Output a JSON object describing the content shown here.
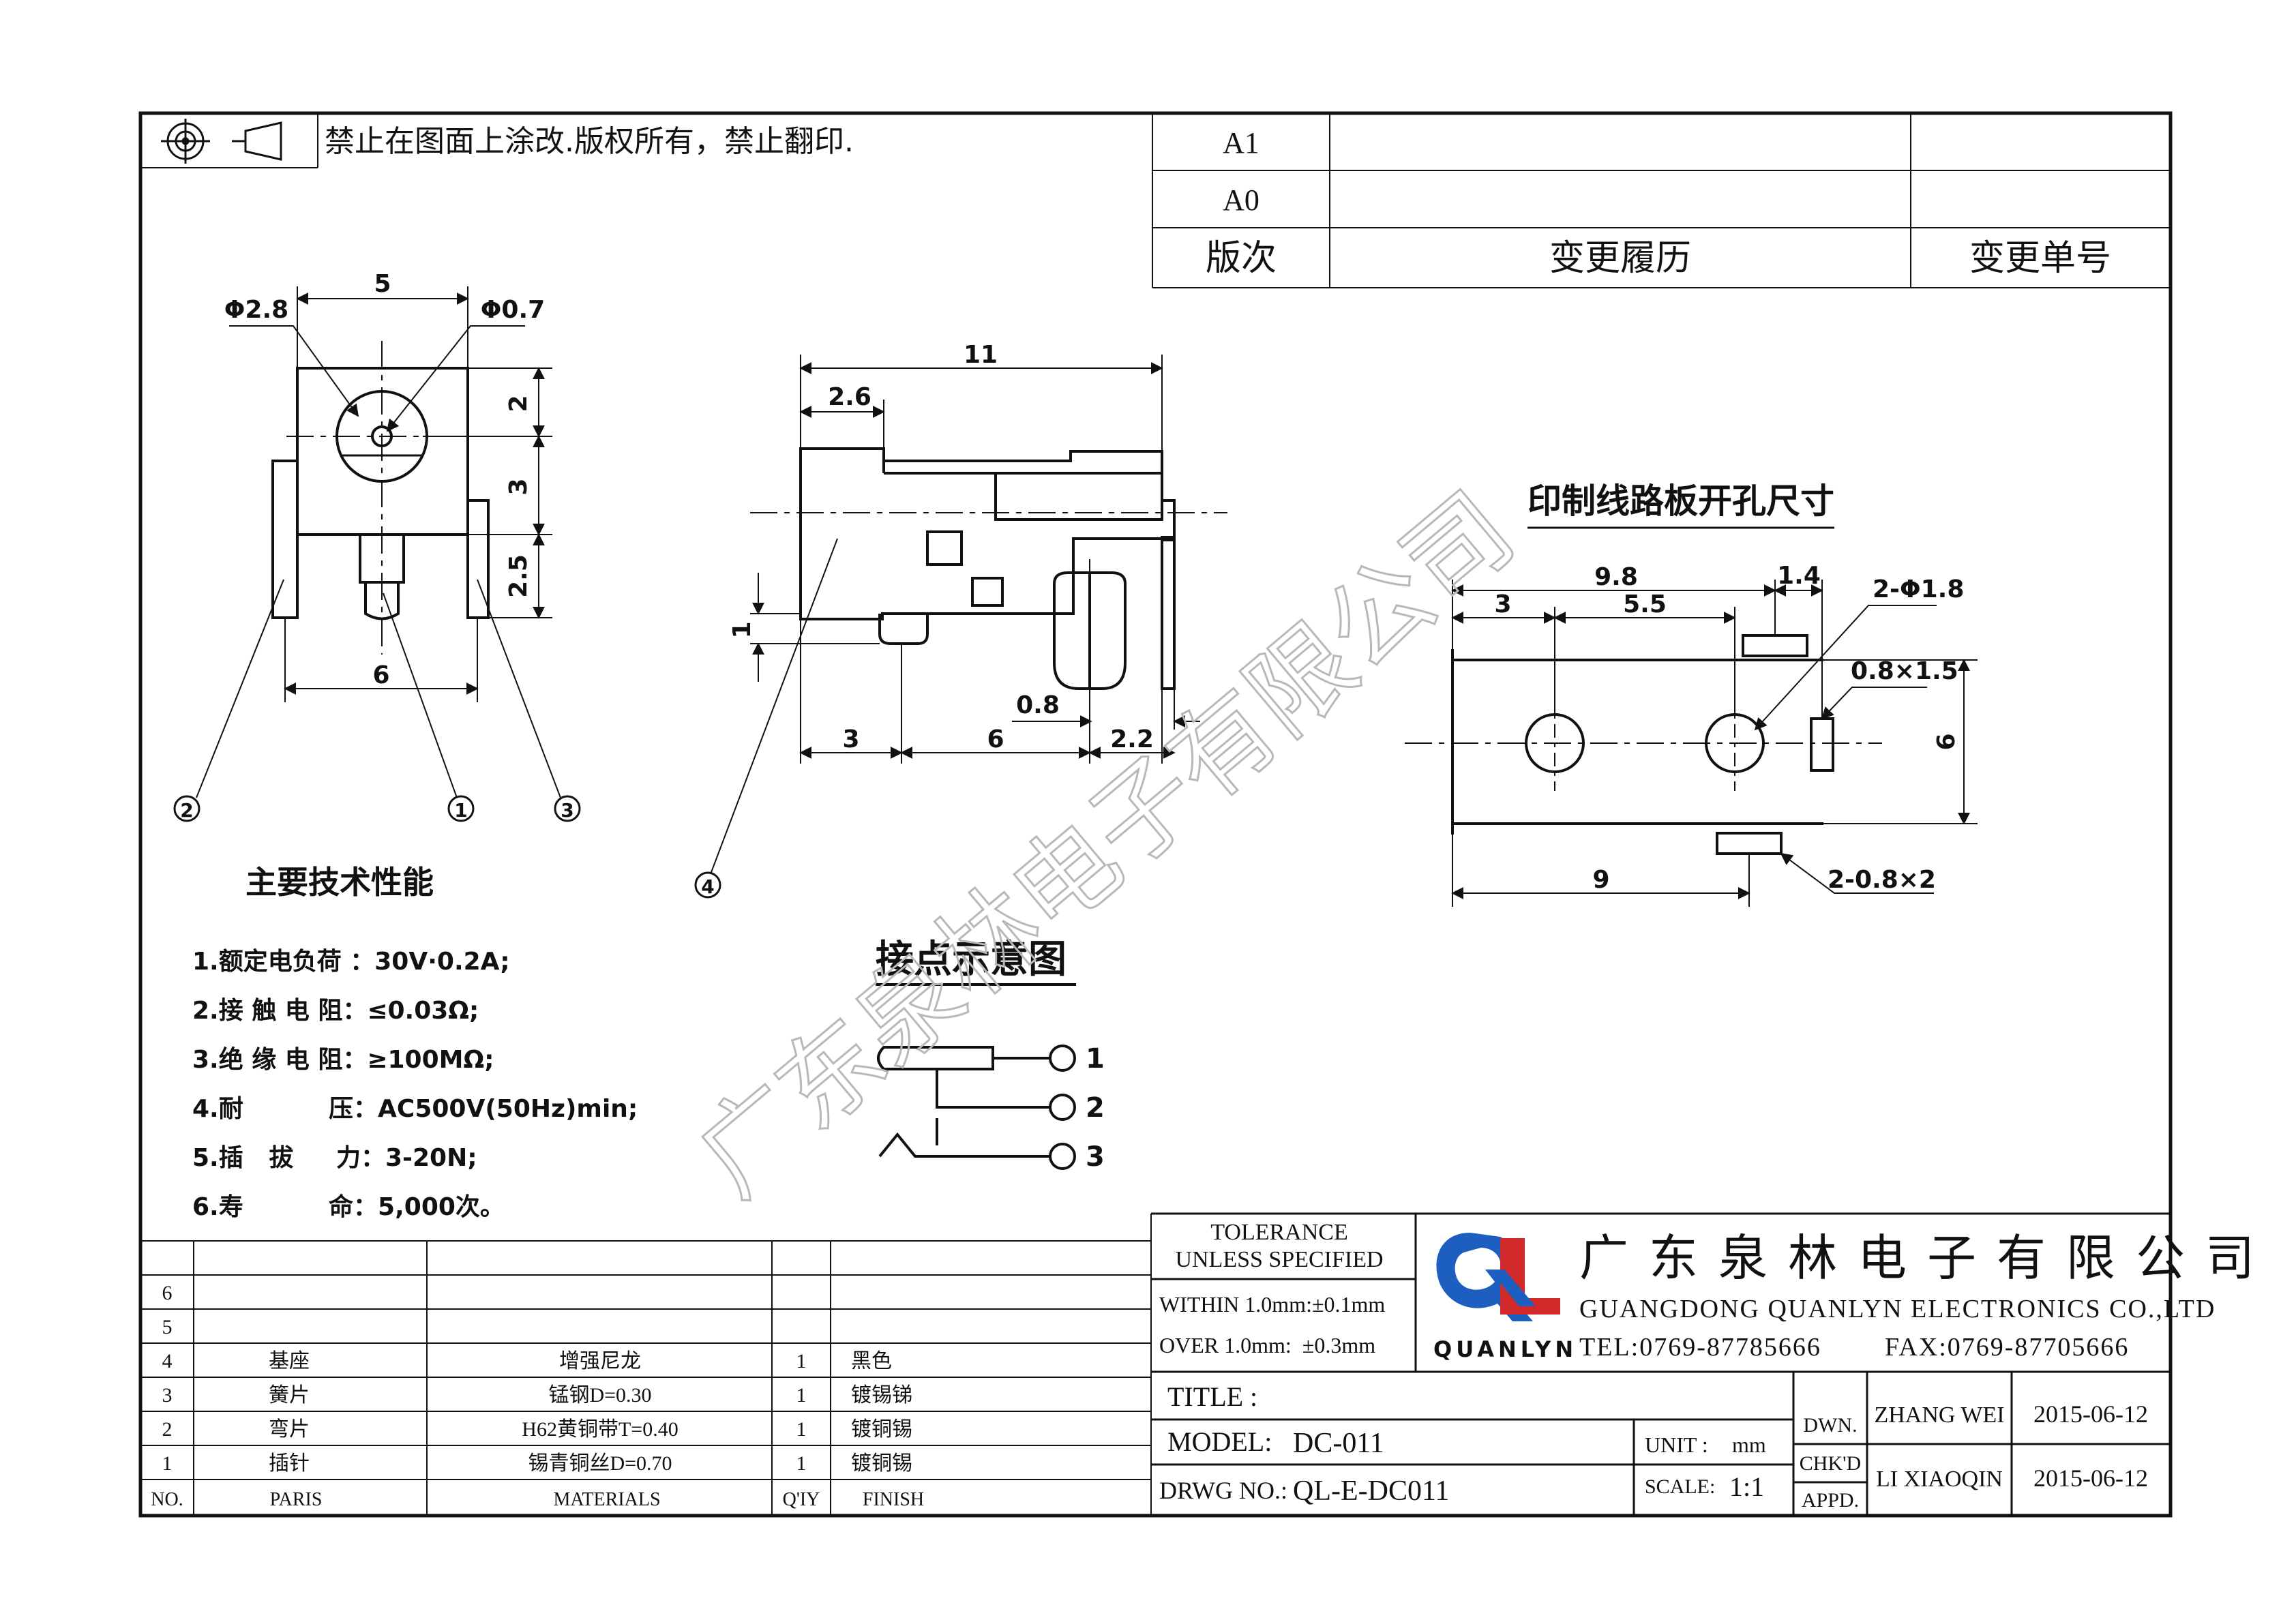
{
  "header": {
    "notice": "禁止在图面上涂改.版权所有，禁止翻印.",
    "rev_rows": [
      "A1",
      "A0"
    ],
    "rev_label": "版次",
    "change_history_label": "变更履历",
    "change_no_label": "变更单号"
  },
  "front_view": {
    "dim_top": "5",
    "dim_hole_large": "Φ2.8",
    "dim_hole_small": "Φ0.7",
    "dim_right_1": "2",
    "dim_right_2": "3",
    "dim_right_3": "2.5",
    "dim_bottom": "6",
    "callout_1": "1",
    "callout_2": "2",
    "callout_3": "3"
  },
  "side_view": {
    "dim_total": "11",
    "dim_step": "2.6",
    "dim_left_vertical": "1",
    "dim_pin_width": "0.8",
    "dim_bottom_1": "3",
    "dim_bottom_2": "6",
    "dim_bottom_3": "2.2",
    "callout_4": "4"
  },
  "pcb_layout": {
    "title": "印制线路板开孔尺寸",
    "dim_9_8": "9.8",
    "dim_3": "3",
    "dim_5_5": "5.5",
    "dim_1_4": "1.4",
    "dim_holes": "2-Φ1.8",
    "dim_slot": "0.8×1.5",
    "dim_height": "6",
    "dim_9": "9",
    "dim_slots_bottom": "2-0.8×2"
  },
  "performance": {
    "title": "主要技术性能",
    "items": [
      "1.额定电负荷 ：30V·0.2A;",
      "2.接 触 电 阻：≤0.03Ω;",
      "3.绝 缘 电 阻：≥100MΩ;",
      "4.耐          压：AC500V(50Hz)min;",
      "5.插   拔     力：3-20N;",
      "6.寿          命：5,000次。"
    ]
  },
  "contact_diagram": {
    "title": "接点示意图",
    "pins": [
      "1",
      "2",
      "3"
    ]
  },
  "watermark": "广东泉林电子有限公司",
  "bom": {
    "headers": [
      "NO.",
      "PARIS",
      "MATERIALS",
      "Q'IY",
      "FINISH"
    ],
    "rows": [
      {
        "no": "6",
        "part": "",
        "material": "",
        "qty": "",
        "finish": ""
      },
      {
        "no": "5",
        "part": "",
        "material": "",
        "qty": "",
        "finish": ""
      },
      {
        "no": "4",
        "part": "基座",
        "material": "增强尼龙",
        "qty": "1",
        "finish": "黑色"
      },
      {
        "no": "3",
        "part": "簧片",
        "material": "锰钢D=0.30",
        "qty": "1",
        "finish": "镀锡锑"
      },
      {
        "no": "2",
        "part": "弯片",
        "material": "H62黄铜带T=0.40",
        "qty": "1",
        "finish": "镀铜锡"
      },
      {
        "no": "1",
        "part": "插针",
        "material": "锡青铜丝D=0.70",
        "qty": "1",
        "finish": "镀铜锡"
      }
    ]
  },
  "title_block": {
    "tolerance_1": "TOLERANCE",
    "tolerance_2": "UNLESS SPECIFIED",
    "within": "WITHIN 1.0mm:±0.1mm",
    "over": "OVER 1.0mm:  ±0.3mm",
    "logo_text": "QUANLYN",
    "company_cn": "广东泉林电子有限公司",
    "company_en": "GUANGDONG QUANLYN ELECTRONICS CO.,LTD",
    "tel": "TEL:0769-87785666",
    "fax": "FAX:0769-87705666",
    "title_label": "TITLE :",
    "model_label": "MODEL:",
    "model_value": "DC-011",
    "drwg_label": "DRWG NO.:",
    "drwg_value": "QL-E-DC011",
    "unit_label": "UNIT :",
    "unit_value": "mm",
    "scale_label": "SCALE:",
    "scale_value": "1:1",
    "dwn_label": "DWN.",
    "chkd_label": "CHK'D",
    "appd_label": "APPD.",
    "drawn_by": "ZHANG WEI",
    "drawn_date": "2015-06-12",
    "checked_by": "LI XIAOQIN",
    "checked_date": "2015-06-12"
  },
  "colors": {
    "line": "#111111",
    "logo_blue": "#1d5fc0",
    "logo_red": "#d22a2a",
    "watermark": "#b0b0b0"
  }
}
